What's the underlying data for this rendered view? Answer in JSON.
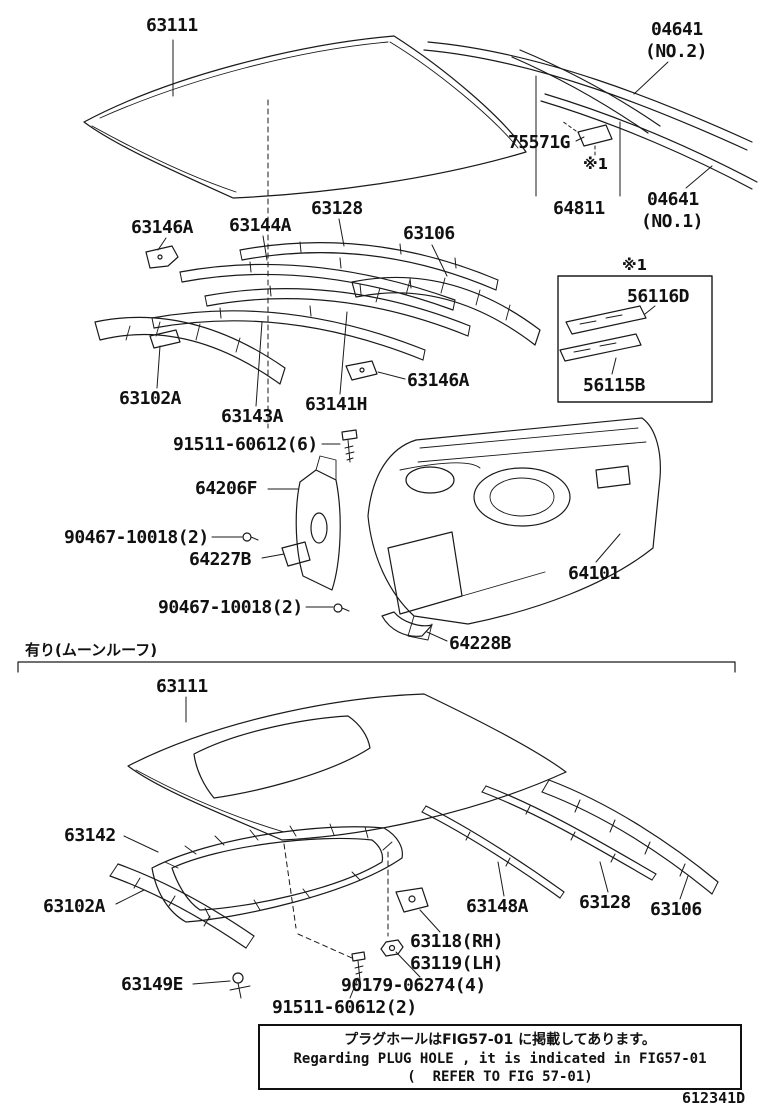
{
  "page": {
    "drawing_number": "612341D",
    "line_color": "#1a1a1a",
    "background": "#ffffff"
  },
  "divider": {
    "label": "有り(ムーンルーフ)"
  },
  "note_box": {
    "line_ja": "プラグホールはFIG57-01 に掲載してあります。",
    "line_en": "Regarding PLUG HOLE , it is indicated in FIG57-01",
    "line_ref": "(  REFER TO FIG 57-01)"
  },
  "labels": [
    {
      "id": "roof-panel-top",
      "text": "63111"
    },
    {
      "id": "retainer-no2-a",
      "text": "04641"
    },
    {
      "id": "retainer-no2-b",
      "text": "(NO.2)"
    },
    {
      "id": "moulding",
      "text": "75571G"
    },
    {
      "id": "ref-mark-top",
      "text": "※1"
    },
    {
      "id": "windshield-glass-spacer",
      "text": "64811"
    },
    {
      "id": "retainer-no1-a",
      "text": "04641"
    },
    {
      "id": "retainer-no1-b",
      "text": "(NO.1)"
    },
    {
      "id": "bracket-1",
      "text": "63146A"
    },
    {
      "id": "bow-63144a",
      "text": "63144A"
    },
    {
      "id": "bow-63128-top",
      "text": "63128"
    },
    {
      "id": "header-63106-top",
      "text": "63106"
    },
    {
      "id": "header-63102a-top",
      "text": "63102A"
    },
    {
      "id": "bow-63143a",
      "text": "63143A"
    },
    {
      "id": "bow-63141h",
      "text": "63141H"
    },
    {
      "id": "bracket-2",
      "text": "63146A"
    },
    {
      "id": "ref-mark-box",
      "text": "※1"
    },
    {
      "id": "detail-56116d",
      "text": "56116D"
    },
    {
      "id": "detail-56115b",
      "text": "56115B"
    },
    {
      "id": "screw-91511-6",
      "text": "91511-60612(6)"
    },
    {
      "id": "bracket-64206f",
      "text": "64206F"
    },
    {
      "id": "clip-90467-a",
      "text": "90467-10018(2)"
    },
    {
      "id": "bracket-64227b",
      "text": "64227B"
    },
    {
      "id": "panel-64101",
      "text": "64101"
    },
    {
      "id": "clip-90467-b",
      "text": "90467-10018(2)"
    },
    {
      "id": "bracket-64228b",
      "text": "64228B"
    },
    {
      "id": "roof-panel-bottom",
      "text": "63111"
    },
    {
      "id": "sunroof-frame-63142",
      "text": "63142"
    },
    {
      "id": "header-63102a-bottom",
      "text": "63102A"
    },
    {
      "id": "bow-63148a",
      "text": "63148A"
    },
    {
      "id": "bow-63128-bottom",
      "text": "63128"
    },
    {
      "id": "header-63106-bottom",
      "text": "63106"
    },
    {
      "id": "bracket-63118-rh",
      "text": "63118(RH)"
    },
    {
      "id": "bracket-63119-lh",
      "text": "63119(LH)"
    },
    {
      "id": "clip-63149e",
      "text": "63149E"
    },
    {
      "id": "nut-90179",
      "text": "90179-06274(4)"
    },
    {
      "id": "screw-91511-2",
      "text": "91511-60612(2)"
    }
  ]
}
